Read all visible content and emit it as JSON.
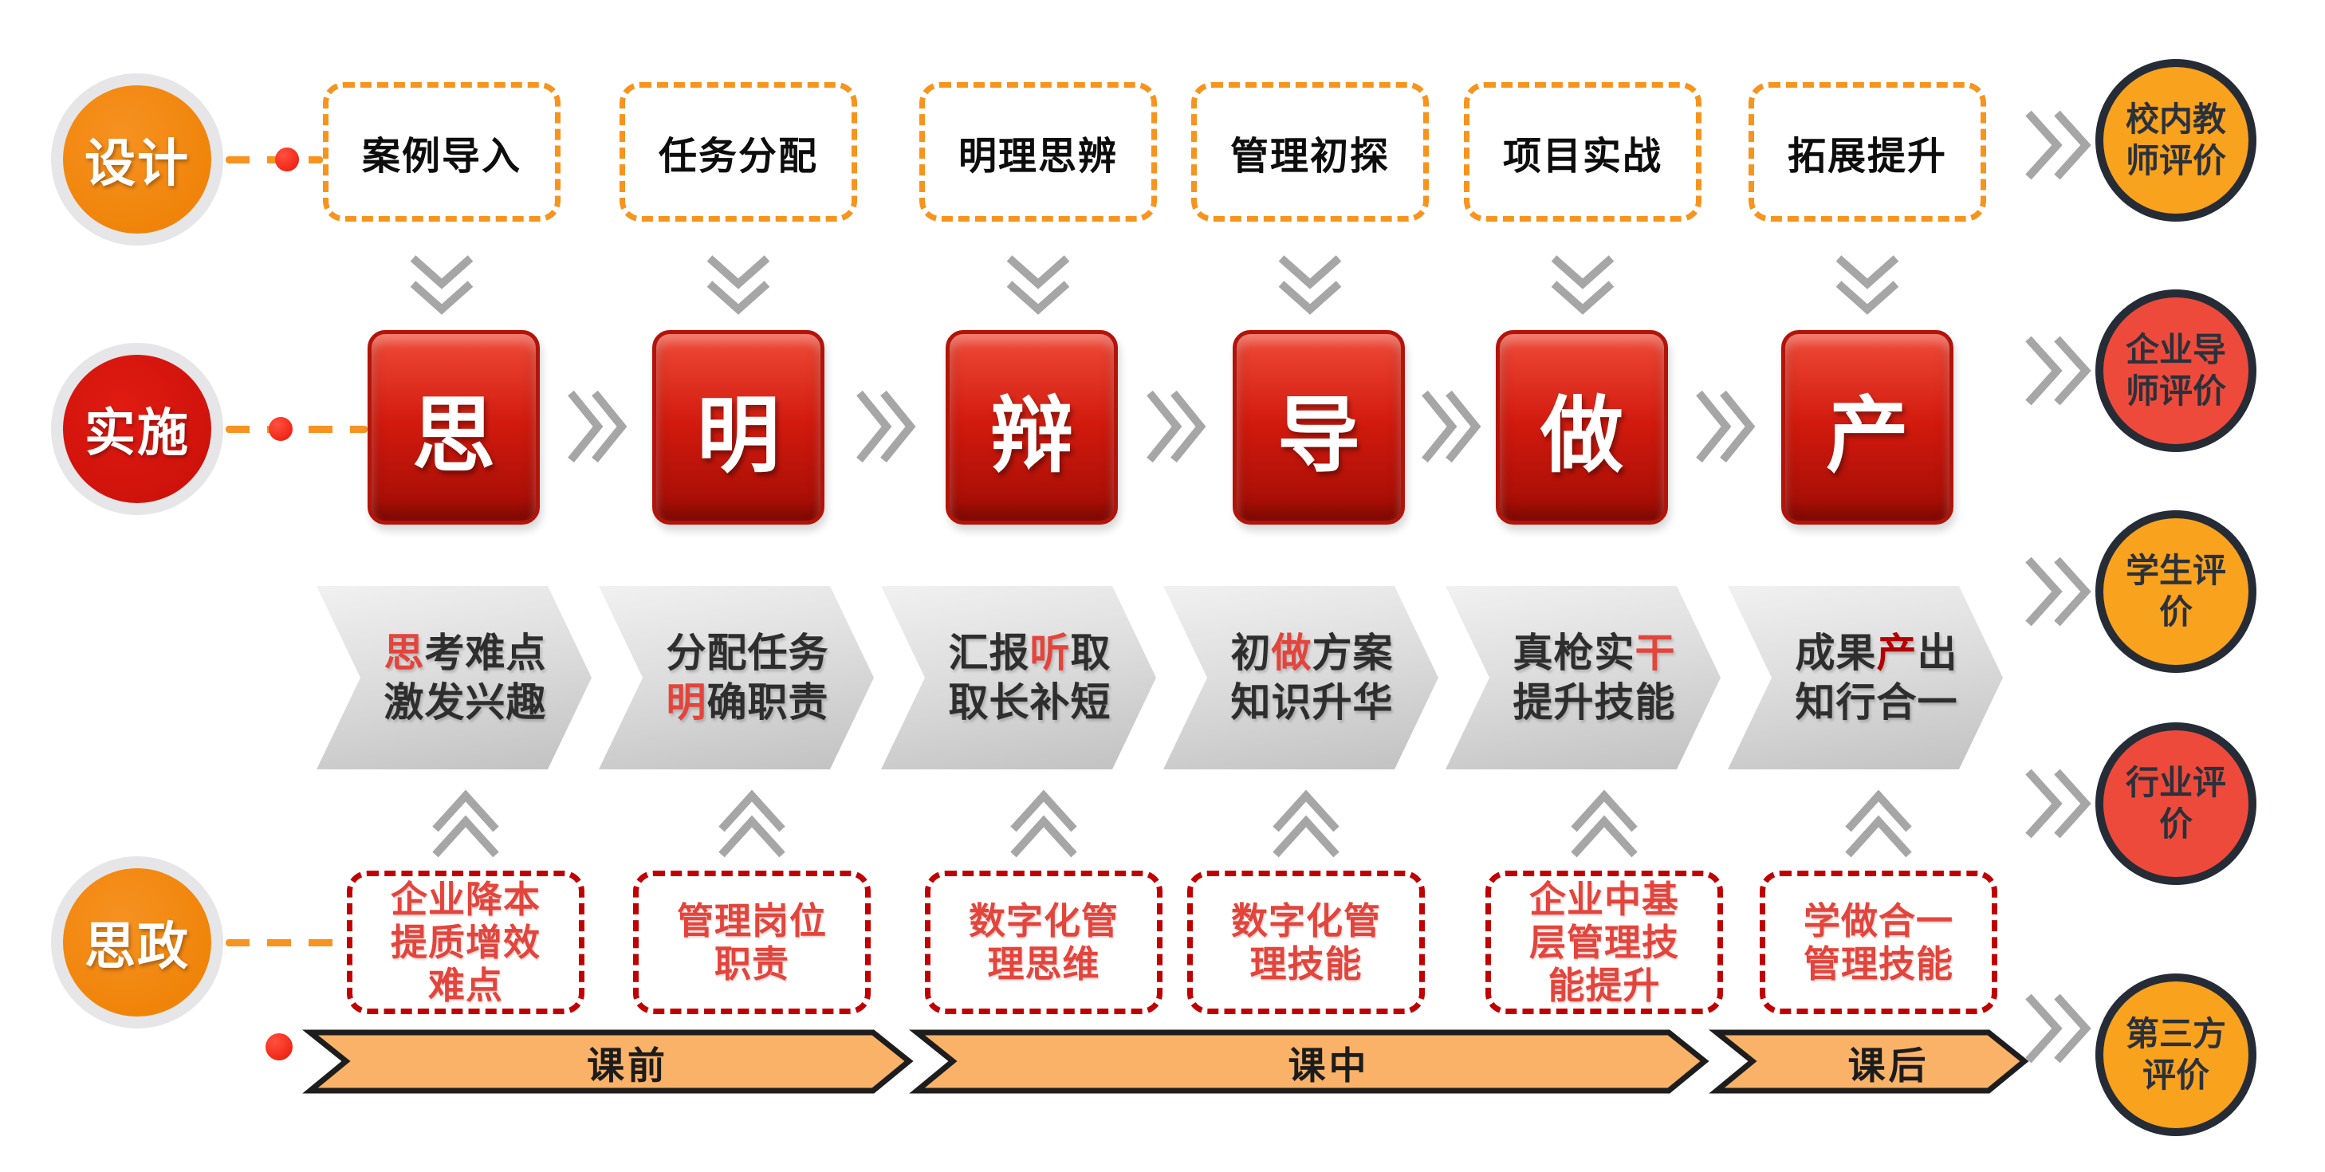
{
  "palette": {
    "accent_orange": "#f7941d",
    "stage_orange": "#f28411",
    "stage_red": "#d6150f",
    "square_red_top": "#ef4b38",
    "square_red_bottom": "#a00c04",
    "dashed_red": "#c00000",
    "highlight_red": "#e2453c",
    "highlight_dark_red": "#b30000",
    "eval_orange": "#f9a21d",
    "eval_red": "#ee4a3c",
    "eval_border": "#262c36",
    "band_orange": "#f9b268",
    "band_border": "#1d1d1d",
    "gray_arrow": "#d9d9d9",
    "chevron_gray": "#a6a6a6"
  },
  "stages": {
    "design": "设计",
    "implement": "实施",
    "ideology": "思政"
  },
  "design_steps": [
    "案例导入",
    "任务分配",
    "明理思辨",
    "管理初探",
    "项目实战",
    "拓展提升"
  ],
  "implement_steps": [
    "思",
    "明",
    "辩",
    "导",
    "做",
    "产"
  ],
  "process_arrows": [
    {
      "line1": {
        "pre": "",
        "hl": "思",
        "post": "考难点"
      },
      "line2": {
        "pre": "激发兴趣",
        "hl": "",
        "post": ""
      }
    },
    {
      "line1": {
        "pre": "分配任务",
        "hl": "",
        "post": ""
      },
      "line2": {
        "pre": "",
        "hl": "明",
        "post": "确职责"
      }
    },
    {
      "line1": {
        "pre": "汇报",
        "hl": "听",
        "post": "取"
      },
      "line2": {
        "pre": "取长补短",
        "hl": "",
        "post": ""
      }
    },
    {
      "line1": {
        "pre": "初",
        "hl": "做",
        "post": "方案"
      },
      "line2": {
        "pre": "知识升华",
        "hl": "",
        "post": ""
      }
    },
    {
      "line1": {
        "pre": "真枪实",
        "hl": "干",
        "post": ""
      },
      "line2": {
        "pre": "提升技能",
        "hl": "",
        "post": ""
      }
    },
    {
      "line1": {
        "pre": "成果",
        "hl": "产",
        "post": "出"
      },
      "line2": {
        "pre": "知行合一",
        "hl": "",
        "post": ""
      }
    }
  ],
  "ideology_boxes": [
    {
      "lines": [
        "企业降本",
        "提质增效",
        "难点"
      ]
    },
    {
      "lines": [
        "管理岗位",
        "职责"
      ]
    },
    {
      "lines": [
        "数字化管",
        "理思维"
      ]
    },
    {
      "lines": [
        "数字化管",
        "理技能"
      ]
    },
    {
      "lines": [
        "企业中基",
        "层管理技",
        "能提升"
      ]
    },
    {
      "lines": [
        "学做合一",
        "管理技能"
      ]
    }
  ],
  "evaluations": [
    {
      "lines": [
        "校内教",
        "师评价"
      ],
      "color": "orange"
    },
    {
      "lines": [
        "企业导",
        "师评价"
      ],
      "color": "red"
    },
    {
      "lines": [
        "学生评",
        "价"
      ],
      "color": "orange"
    },
    {
      "lines": [
        "行业评",
        "价"
      ],
      "color": "red"
    },
    {
      "lines": [
        "第三方",
        "评价"
      ],
      "color": "orange"
    }
  ],
  "phases": [
    "课前",
    "课中",
    "课后"
  ]
}
